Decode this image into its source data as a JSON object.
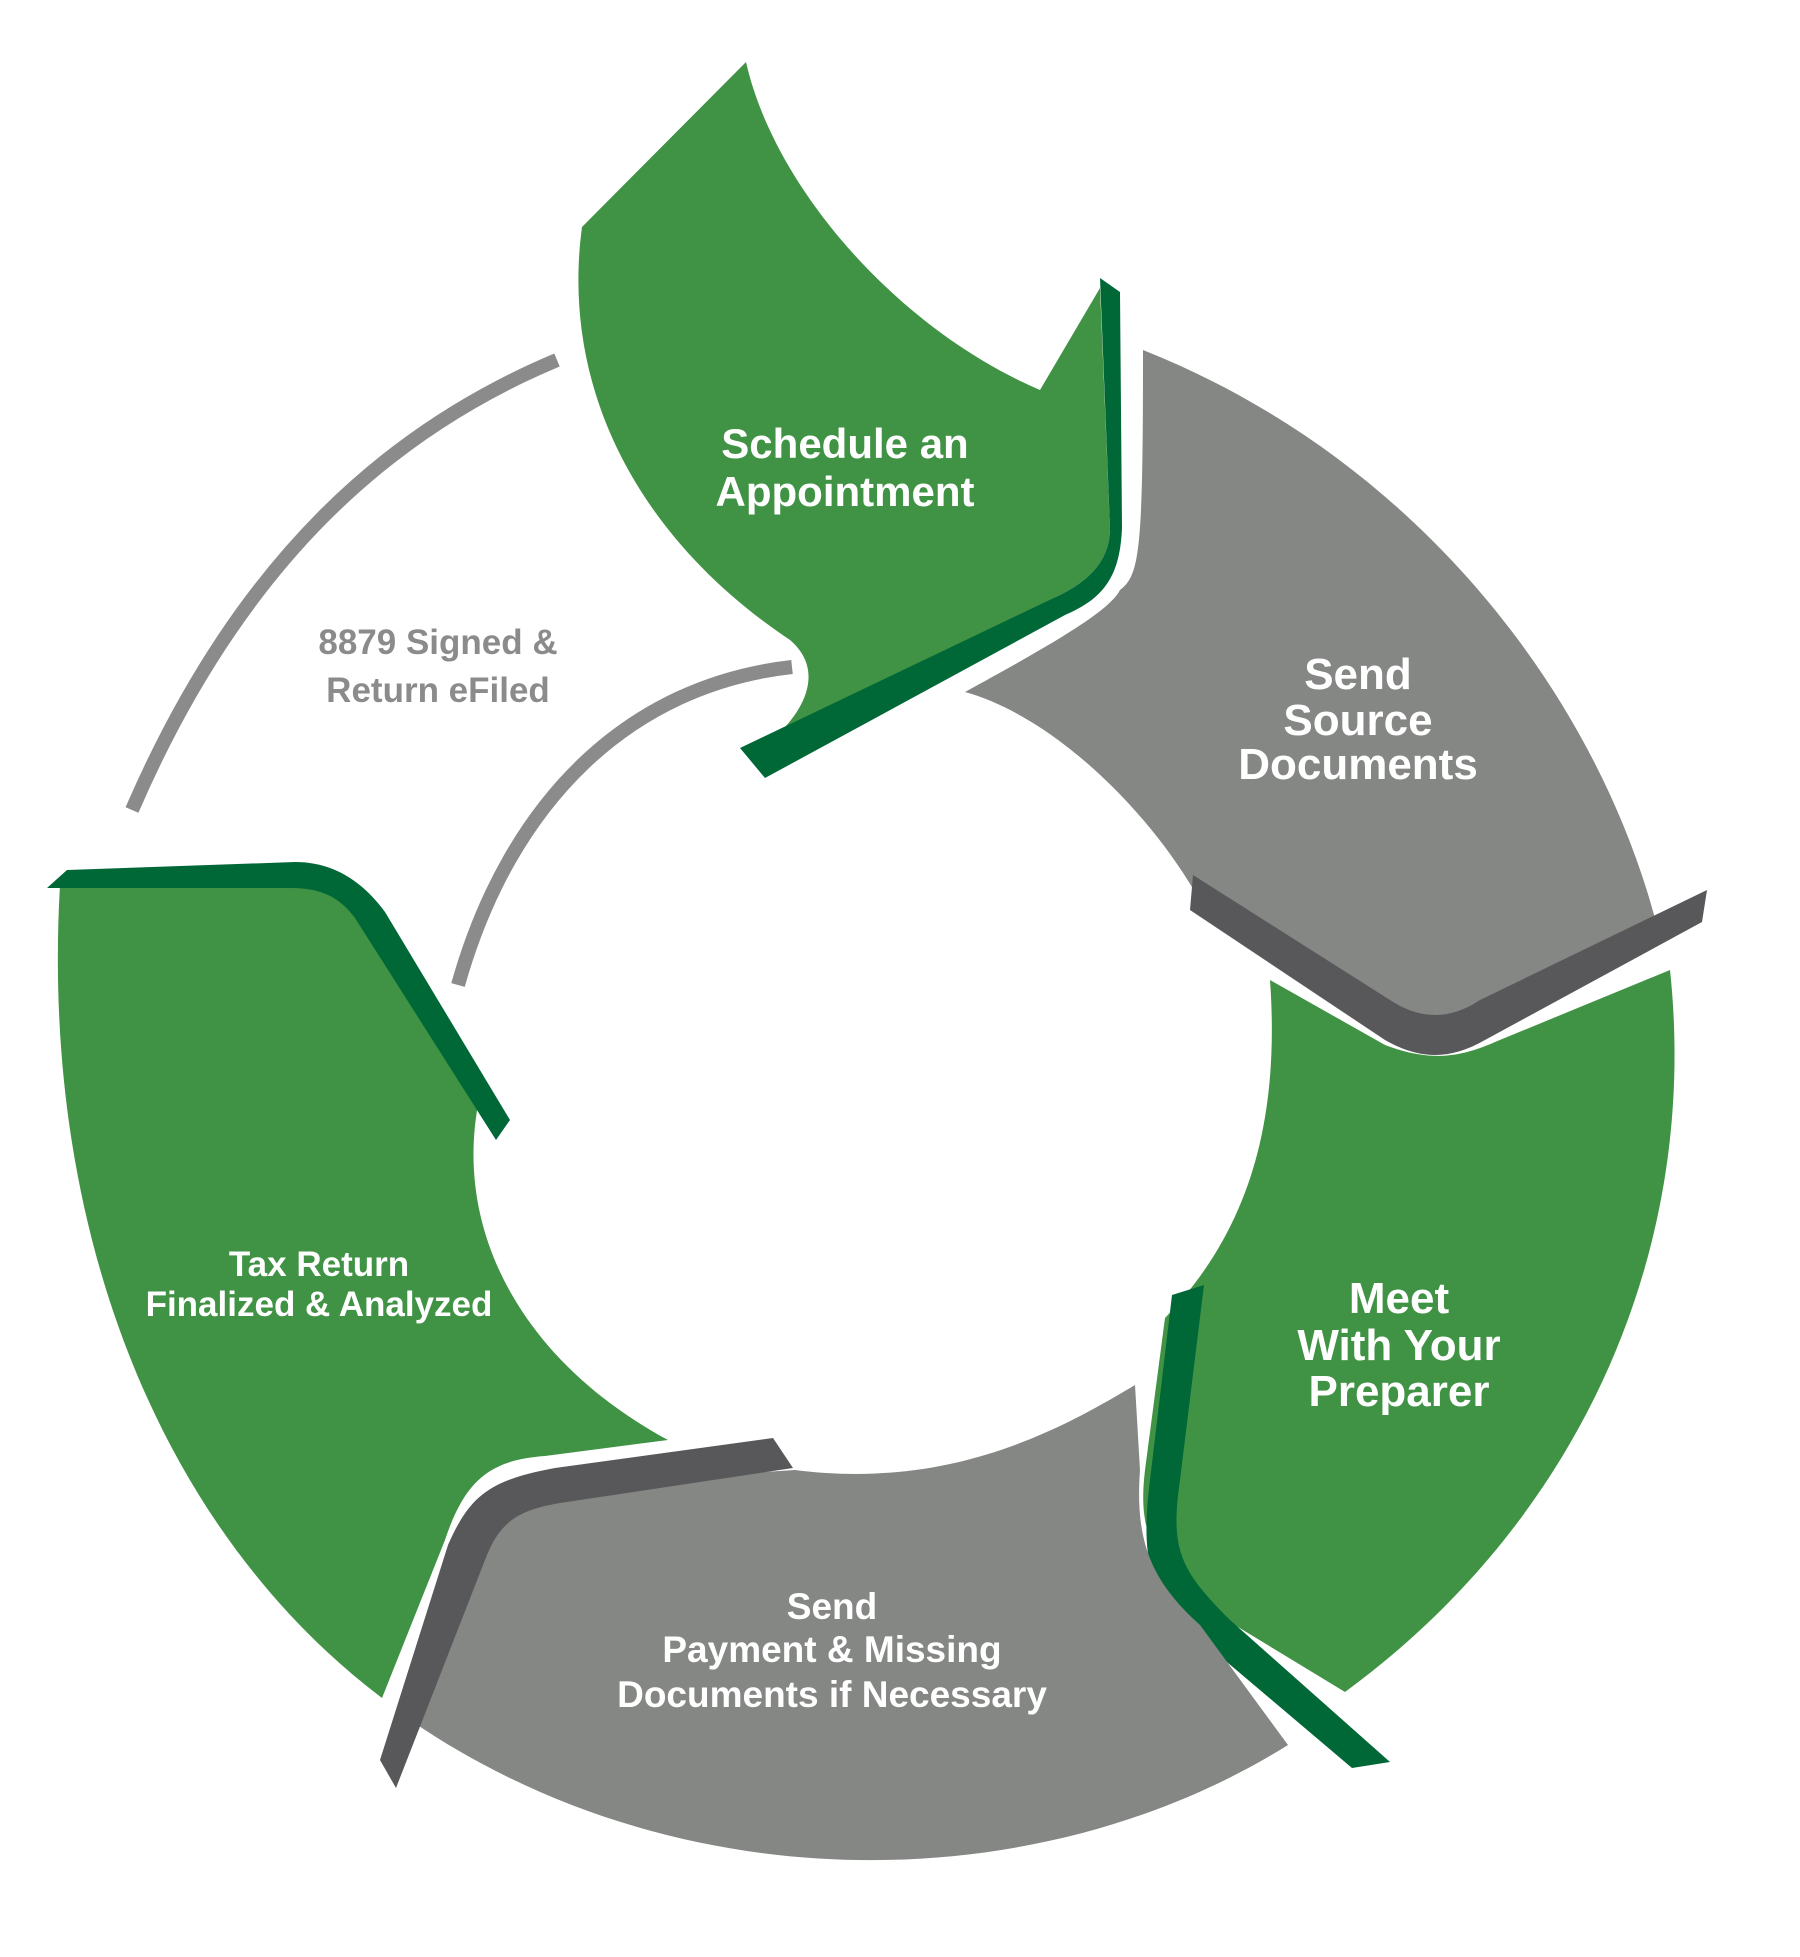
{
  "colors": {
    "green": "#409344",
    "dark_green": "#006837",
    "gray": "#858784",
    "dark_gray": "#58585a",
    "thin_arc_gray": "#8b8b8b",
    "white_text": "#ffffff",
    "gray_text": "#8b8b8b",
    "background": "#ffffff"
  },
  "steps": [
    {
      "id": "schedule",
      "lines": [
        "Schedule an",
        "Appointment"
      ]
    },
    {
      "id": "send_source",
      "lines": [
        "Send",
        "Source",
        "Documents"
      ]
    },
    {
      "id": "meet",
      "lines": [
        "Meet",
        "With Your",
        "Preparer"
      ]
    },
    {
      "id": "send_payment",
      "lines": [
        "Send",
        "Payment & Missing",
        "Documents if Necessary"
      ]
    },
    {
      "id": "tax_return",
      "lines": [
        "Tax Return",
        "Finalized & Analyzed"
      ]
    },
    {
      "id": "signed",
      "lines": [
        "8879 Signed &",
        "Return eFiled"
      ]
    }
  ]
}
